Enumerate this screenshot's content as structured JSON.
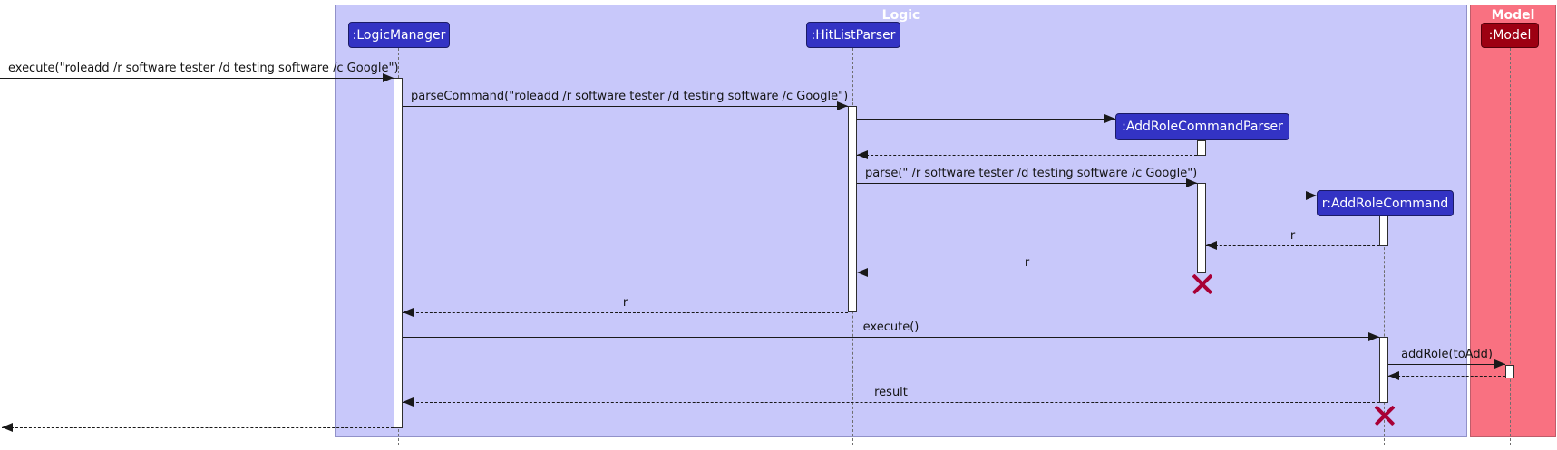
{
  "diagram": {
    "type": "uml-sequence-diagram",
    "frames": [
      {
        "id": "logic",
        "title": "Logic"
      },
      {
        "id": "model",
        "title": "Model"
      }
    ],
    "participants": [
      {
        "id": "logic-manager",
        "label": ":LogicManager",
        "frame": "Logic"
      },
      {
        "id": "hitlist-parser",
        "label": ":HitListParser",
        "frame": "Logic"
      },
      {
        "id": "add-role-command-parser",
        "label": ":AddRoleCommandParser",
        "frame": "Logic"
      },
      {
        "id": "add-role-command",
        "label": "r:AddRoleCommand",
        "frame": "Logic"
      },
      {
        "id": "model",
        "label": ":Model",
        "frame": "Model"
      }
    ],
    "messages": [
      {
        "label": "execute(\"roleadd /r software tester /d testing software /c Google\")",
        "kind": "sync",
        "from": "caller",
        "to": ":LogicManager"
      },
      {
        "label": "parseCommand(\"roleadd /r software tester /d testing software /c Google\")",
        "kind": "sync",
        "from": ":LogicManager",
        "to": ":HitListParser"
      },
      {
        "label": "",
        "kind": "create",
        "from": ":HitListParser",
        "to": ":AddRoleCommandParser"
      },
      {
        "label": "",
        "kind": "return",
        "from": ":AddRoleCommandParser",
        "to": ":HitListParser"
      },
      {
        "label": "parse(\" /r software tester /d testing software /c Google\")",
        "kind": "sync",
        "from": ":HitListParser",
        "to": ":AddRoleCommandParser"
      },
      {
        "label": "",
        "kind": "create",
        "from": ":AddRoleCommandParser",
        "to": "r:AddRoleCommand"
      },
      {
        "label": "r",
        "kind": "return",
        "from": "r:AddRoleCommand",
        "to": ":AddRoleCommandParser"
      },
      {
        "label": "r",
        "kind": "return",
        "from": ":AddRoleCommandParser",
        "to": ":HitListParser"
      },
      {
        "label": "r",
        "kind": "return",
        "from": ":HitListParser",
        "to": ":LogicManager"
      },
      {
        "label": "execute()",
        "kind": "sync",
        "from": ":LogicManager",
        "to": "r:AddRoleCommand"
      },
      {
        "label": "addRole(toAdd)",
        "kind": "sync",
        "from": "r:AddRoleCommand",
        "to": ":Model"
      },
      {
        "label": "",
        "kind": "return",
        "from": ":Model",
        "to": "r:AddRoleCommand"
      },
      {
        "label": "result",
        "kind": "return",
        "from": "r:AddRoleCommand",
        "to": ":LogicManager"
      },
      {
        "label": "",
        "kind": "return",
        "from": ":LogicManager",
        "to": "caller"
      }
    ],
    "destroyed_participants": [
      ":AddRoleCommandParser",
      "r:AddRoleCommand"
    ],
    "colors": {
      "logic_frame_bg": "#C8C8FA",
      "model_frame_bg": "#F97181",
      "logic_participant_bg": "#3333C4",
      "model_participant_bg": "#9D0012",
      "destroy_x": "#A80036",
      "frame_title_text": "#FFFFFF",
      "message_text": "#141414"
    }
  }
}
